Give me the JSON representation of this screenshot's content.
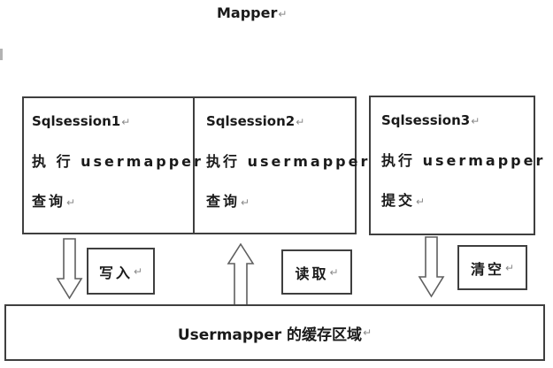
{
  "title": "Mapper",
  "marks": {
    "return": "↵"
  },
  "sessions": [
    {
      "name": "Sqlsession1",
      "action_line": "执 行 usermapper",
      "verb_line": "查询"
    },
    {
      "name": "Sqlsession2",
      "action_line": "执行 usermapper",
      "verb_line": "查询"
    },
    {
      "name": "Sqlsession3",
      "action_line": "执行 usermapper",
      "verb_line": "提交"
    }
  ],
  "arrows": [
    {
      "label": "写入",
      "direction": "down"
    },
    {
      "label": "读取",
      "direction": "up"
    },
    {
      "label": "清空",
      "direction": "down"
    }
  ],
  "cache_box": {
    "label": "Usermapper 的缓存区域"
  },
  "colors": {
    "border": "#3f3f3f",
    "arrow_outline": "#5f5f5f",
    "text": "#1a1a1a",
    "return_mark": "#8a8a8a"
  }
}
